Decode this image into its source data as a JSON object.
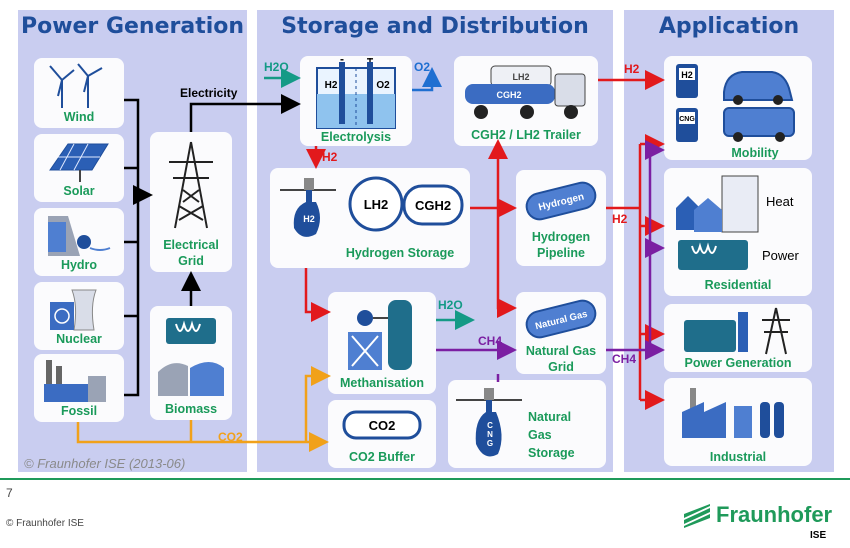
{
  "panels": {
    "power_generation": "Power Generation",
    "storage_distribution": "Storage and Distribution",
    "application": "Application"
  },
  "sources": {
    "wind": "Wind",
    "solar": "Solar",
    "hydro": "Hydro",
    "nuclear": "Nuclear",
    "fossil": "Fossil",
    "biomass": "Biomass",
    "grid": [
      "Electrical",
      "Grid"
    ]
  },
  "storage": {
    "electrolysis": "Electrolysis",
    "trailer": "CGH2 / LH2 Trailer",
    "hydrogen_storage": "Hydrogen Storage",
    "pipeline": [
      "Hydrogen",
      "Pipeline"
    ],
    "methanisation": "Methanisation",
    "ng_grid": [
      "Natural Gas",
      "Grid"
    ],
    "co2_buffer": "CO2 Buffer",
    "ng_storage": [
      "Natural",
      "Gas",
      "Storage"
    ]
  },
  "applications": {
    "mobility": "Mobility",
    "residential": "Residential",
    "heat": "Heat",
    "power": "Power",
    "power_generation": "Power Generation",
    "industrial": "Industrial"
  },
  "flows": {
    "electricity": "Electricity",
    "h2o_in": "H2O",
    "o2_out": "O2",
    "h2_down": "H2",
    "h2_mobility": "H2",
    "h2_right": "H2",
    "h2o_meth": "H2O",
    "ch4_meth": "CH4",
    "ch4_right": "CH4",
    "co2": "CO2"
  },
  "icon_text": {
    "electrode_h2": "H2",
    "electrode_o2": "O2",
    "minus": "-",
    "plus": "+",
    "lh2_tank": "LH2",
    "cgh2_tank": "CGH2",
    "trailer_lh2": "LH2",
    "trailer_cgh2": "CGH2",
    "pipe_hydrogen": "Hydrogen",
    "pipe_natural_gas": "Natural Gas",
    "cavern_h2": "H2",
    "co2_tank": "CO2",
    "cng": "CNG",
    "pump_h2": "H2",
    "pump_cng": "CNG"
  },
  "footer": {
    "copyright_italic": "© Fraunhofer ISE (2013-06)",
    "page_number": "7",
    "copyright": "© Fraunhofer ISE",
    "logo": "Fraunhofer",
    "logo_sub": "ISE"
  },
  "colors": {
    "panel_bg": "#c9cdf0",
    "title_blue": "#1f4e9b",
    "label_green": "#1a9a5a",
    "h2_red": "#e2191c",
    "ch4_purple": "#7b1fa2",
    "co2_orange": "#f1a11a",
    "water_teal": "#149a86",
    "logo_green": "#1f9a5a"
  }
}
